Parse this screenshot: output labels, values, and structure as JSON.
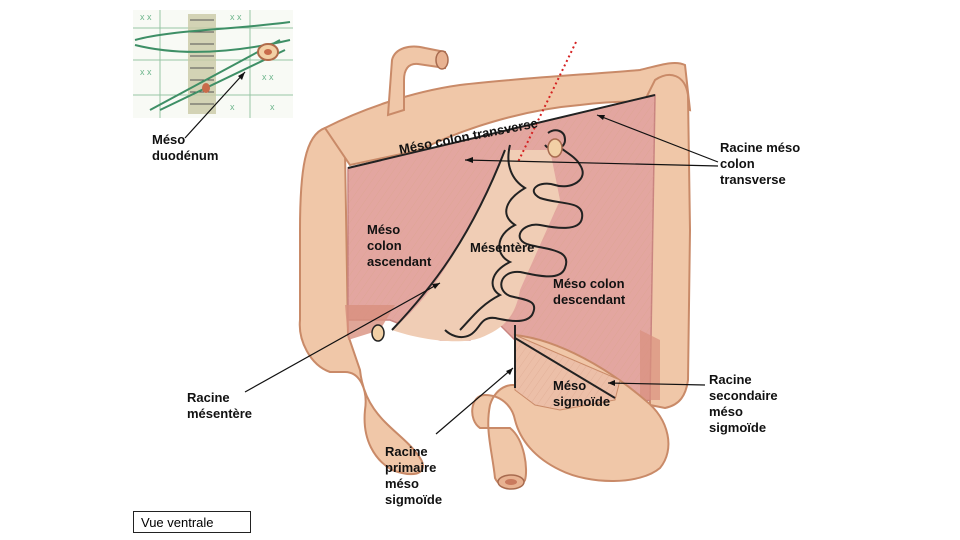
{
  "labels": {
    "meso_duodenum": [
      "Méso",
      "duodénum"
    ],
    "meso_colon_transverse": "Méso colon transverse",
    "racine_meso_colon_transverse": [
      "Racine méso",
      "colon",
      "transverse"
    ],
    "meso_colon_ascendant": [
      "Méso",
      "colon",
      "ascendant"
    ],
    "mesentere": "Mésentère",
    "meso_colon_descendant": [
      "Méso colon",
      "descendant"
    ],
    "racine_mesentere": [
      "Racine",
      "mésentère"
    ],
    "meso_sigmoide": [
      "Méso",
      "sigmoïde"
    ],
    "racine_secondaire_meso_sigmoide": [
      "Racine",
      "secondaire",
      "méso",
      "sigmoïde"
    ],
    "racine_primaire_meso_sigmoide": [
      "Racine",
      "primaire",
      "méso",
      "sigmoïde"
    ]
  },
  "view_label": "Vue ventrale",
  "colors": {
    "colon_fill": "#f0c7a8",
    "colon_stroke": "#c98a68",
    "meso_fill": "#e3a6a0",
    "meso_dark": "#c98480",
    "line": "#222222",
    "red_dotted": "#d42020",
    "inset_green": "#6db58c"
  }
}
